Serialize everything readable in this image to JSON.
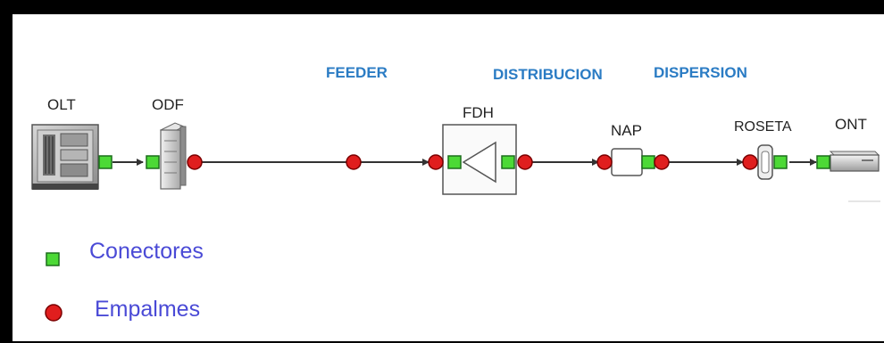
{
  "colors": {
    "frame": "#000000",
    "background": "#ffffff",
    "segment_label": "#2b7cc4",
    "legend_label": "#4a4ad6",
    "connector_fill": "#4cd936",
    "connector_stroke": "#1c6e1c",
    "splice_fill": "#e01e1e",
    "splice_stroke": "#7a0000",
    "fiber_line": "#333333",
    "device_label": "#222222"
  },
  "segments": {
    "feeder": "FEEDER",
    "distribucion": "DISTRIBUCION",
    "dispersion": "DISPERSION"
  },
  "devices": {
    "olt": {
      "label": "OLT",
      "icon": "olt-equipment-icon"
    },
    "odf": {
      "label": "ODF",
      "icon": "odf-rack-icon"
    },
    "fdh": {
      "label": "FDH",
      "icon": "fdh-splitter-icon"
    },
    "nap": {
      "label": "NAP",
      "icon": "nap-box-icon"
    },
    "roseta": {
      "label": "ROSETA",
      "icon": "roseta-outlet-icon"
    },
    "ont": {
      "label": "ONT",
      "icon": "ont-terminal-icon"
    }
  },
  "legend": {
    "conectores": "Conectores",
    "empalmes": "Empalmes"
  }
}
